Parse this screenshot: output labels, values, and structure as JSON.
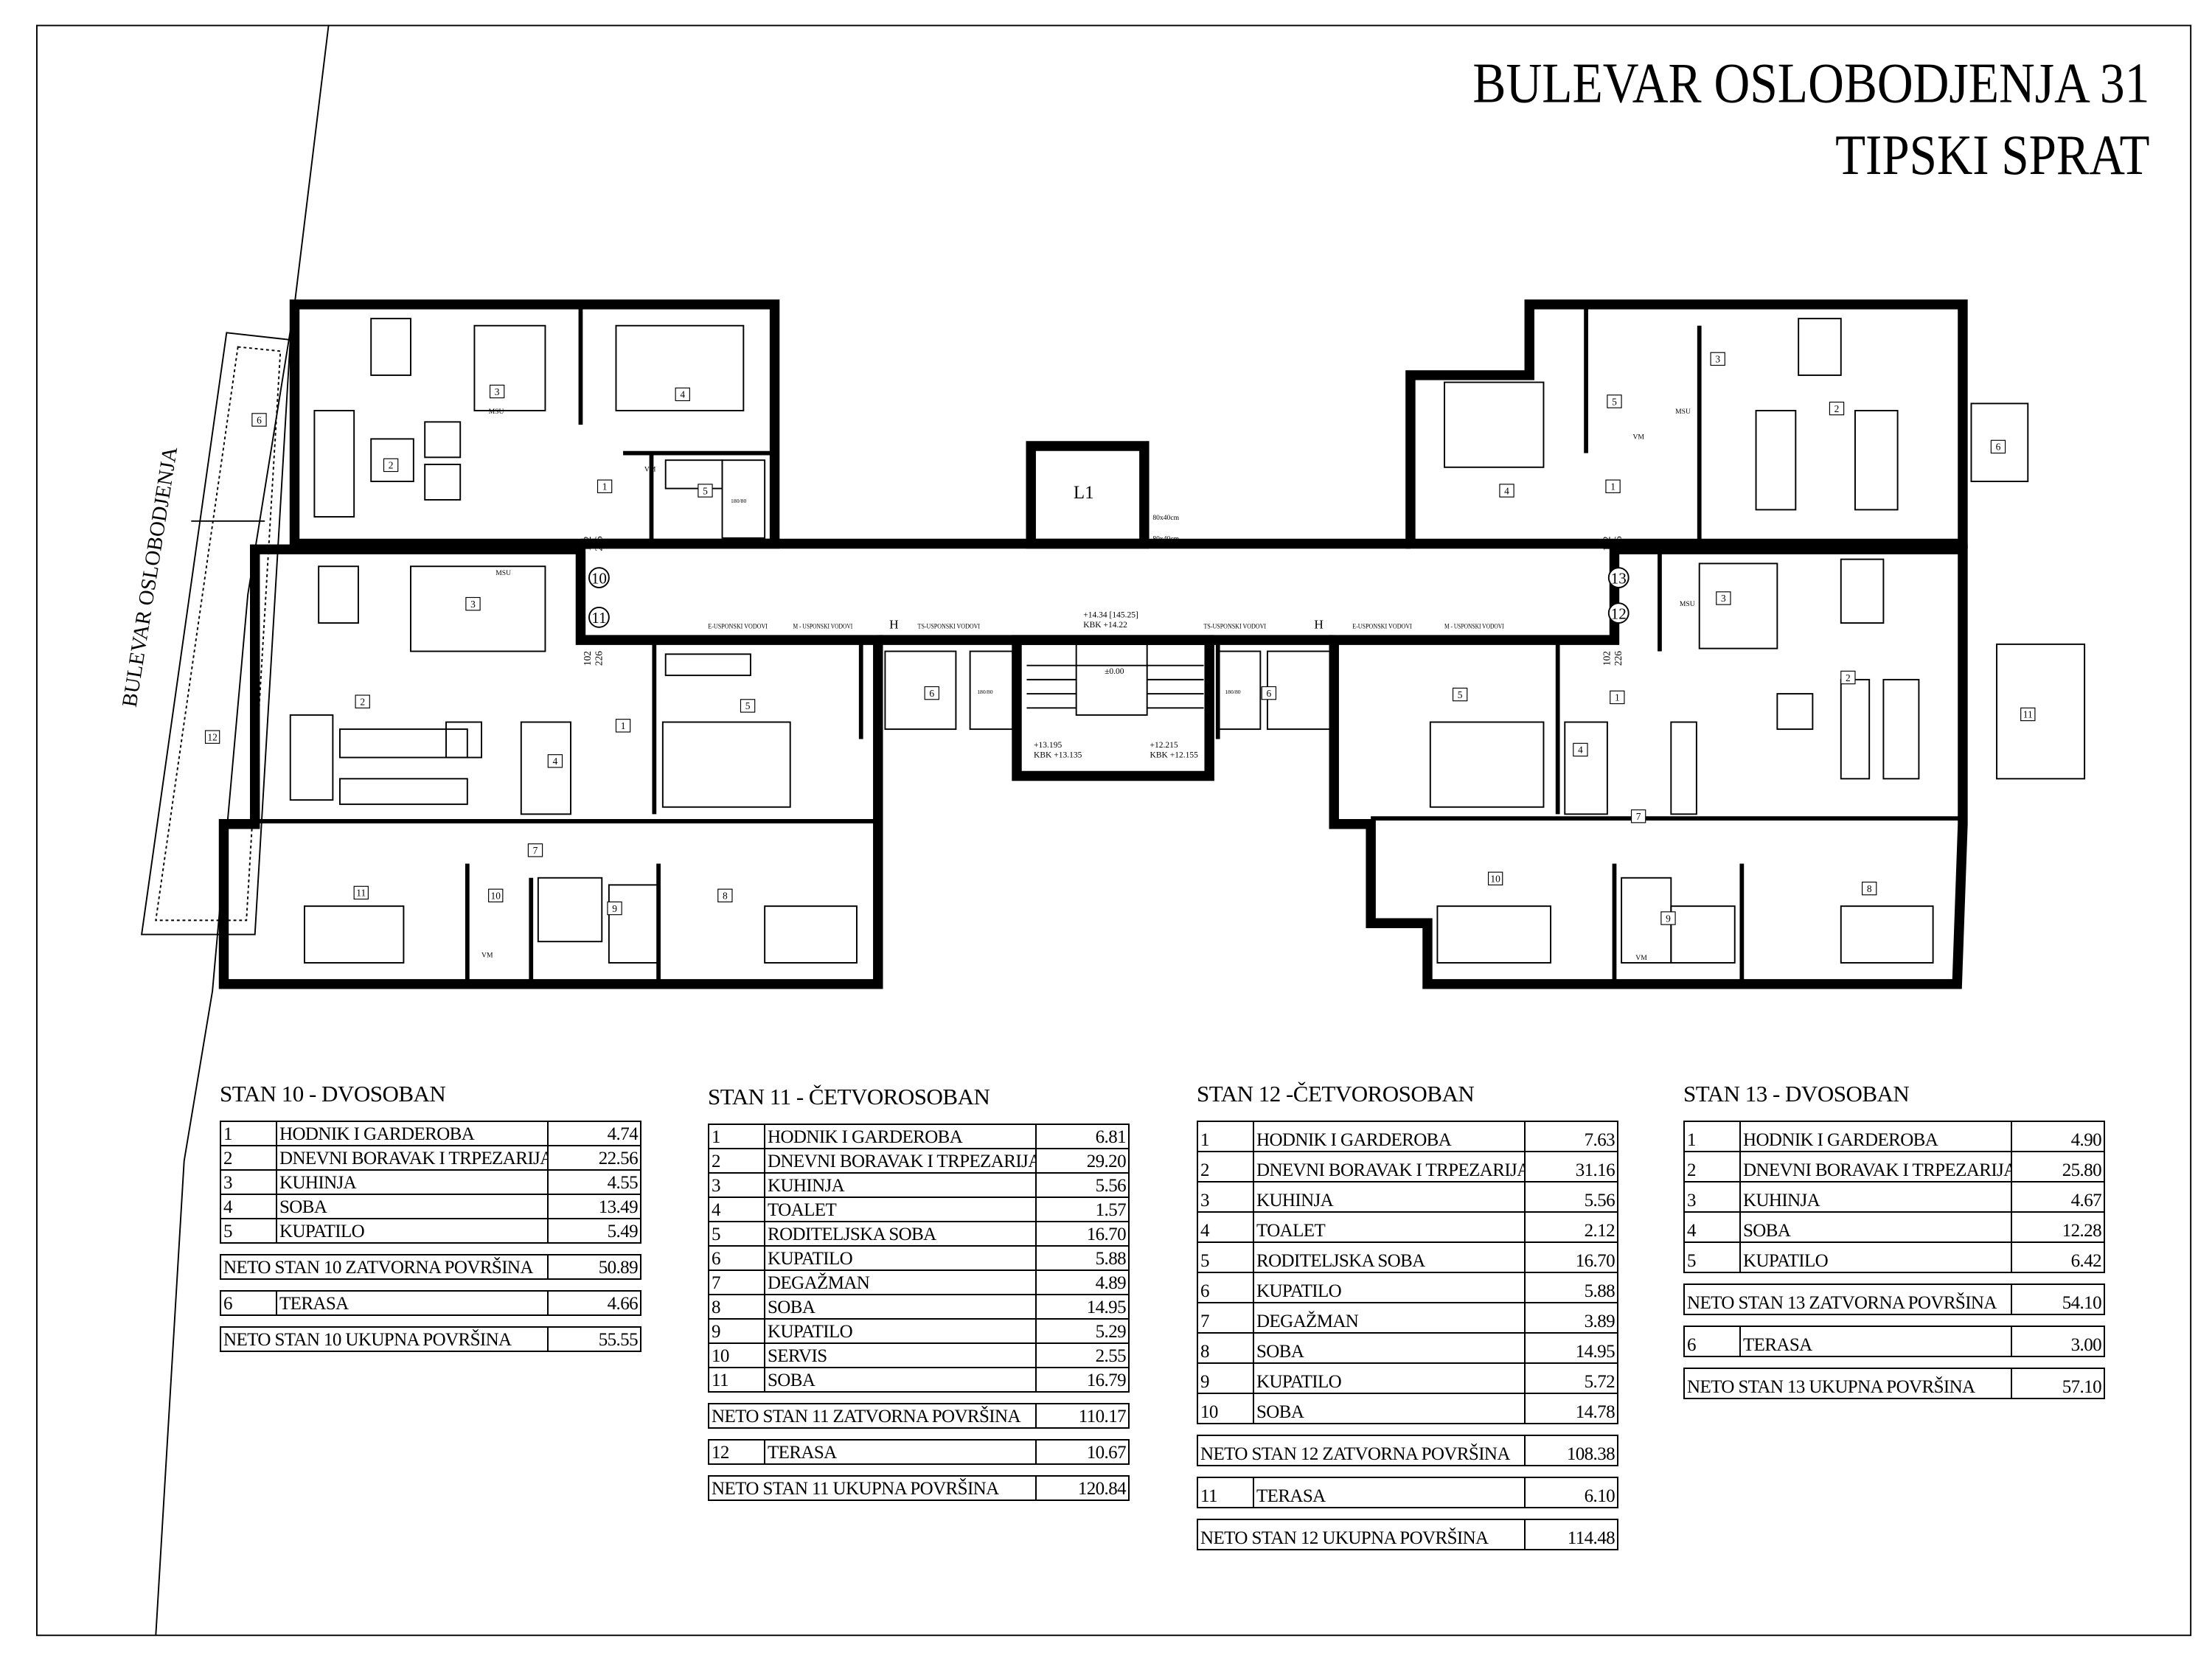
{
  "title": {
    "line1": "BULEVAR OSLOBODJENJA 31",
    "line2": "TIPSKI SPRAT"
  },
  "street_label": "BULEVAR OSLOBODJENJA",
  "plan": {
    "apartment_markers": [
      "10",
      "11",
      "12",
      "13"
    ],
    "door_width": "102",
    "door_height": "226",
    "lift": "L1",
    "shaft": "80x40cm",
    "riser_e": "E-USPONSKI VODOVI",
    "riser_m": "M - USPONSKI VODOVI",
    "riser_ts": "TS-USPONSKI VODOVI",
    "hydrant": "H",
    "bathtub": "180/80",
    "washer": "VM",
    "dishwasher": "MSU",
    "levels": {
      "top": "+14.34 [145.25]",
      "top_kbk": "KBK +14.22",
      "zero": "±0.00",
      "left": "+13.195",
      "left_kbk": "KBK +13.135",
      "right": "+12.215",
      "right_kbk": "KBK +12.155"
    },
    "room_numbers": {
      "s10": [
        "1",
        "2",
        "3",
        "4",
        "5",
        "6"
      ],
      "s11": [
        "1",
        "2",
        "3",
        "4",
        "5",
        "6",
        "7",
        "8",
        "9",
        "10",
        "11",
        "12"
      ],
      "s12": [
        "1",
        "2",
        "3",
        "4",
        "5",
        "6",
        "7",
        "8",
        "9",
        "10",
        "11"
      ],
      "s13": [
        "1",
        "2",
        "3",
        "4",
        "5",
        "6"
      ]
    }
  },
  "tables": [
    {
      "title": "STAN 10 - DVOSOBAN",
      "rooms": [
        [
          "1",
          "HODNIK I GARDEROBA",
          "4.74"
        ],
        [
          "2",
          "DNEVNI BORAVAK I TRPEZARIJA",
          "22.56"
        ],
        [
          "3",
          "KUHINJA",
          "4.55"
        ],
        [
          "4",
          "SOBA",
          "13.49"
        ],
        [
          "5",
          "KUPATILO",
          "5.49"
        ]
      ],
      "closed": {
        "label": "NETO STAN 10 ZATVORNA POVRŠINA",
        "value": "50.89"
      },
      "terrace": [
        "6",
        "TERASA",
        "4.66"
      ],
      "total": {
        "label": "NETO STAN 10 UKUPNA POVRŠINA",
        "value": "55.55"
      }
    },
    {
      "title": "STAN 11 - ČETVOROSOBAN",
      "rooms": [
        [
          "1",
          "HODNIK I GARDEROBA",
          "6.81"
        ],
        [
          "2",
          "DNEVNI BORAVAK I TRPEZARIJA",
          "29.20"
        ],
        [
          "3",
          "KUHINJA",
          "5.56"
        ],
        [
          "4",
          "TOALET",
          "1.57"
        ],
        [
          "5",
          "RODITELJSKA SOBA",
          "16.70"
        ],
        [
          "6",
          "KUPATILO",
          "5.88"
        ],
        [
          "7",
          "DEGAŽMAN",
          "4.89"
        ],
        [
          "8",
          "SOBA",
          "14.95"
        ],
        [
          "9",
          "KUPATILO",
          "5.29"
        ],
        [
          "10",
          "SERVIS",
          "2.55"
        ],
        [
          "11",
          "SOBA",
          "16.79"
        ]
      ],
      "closed": {
        "label": "NETO STAN 11 ZATVORNA POVRŠINA",
        "value": "110.17"
      },
      "terrace": [
        "12",
        "TERASA",
        "10.67"
      ],
      "total": {
        "label": "NETO STAN 11 UKUPNA POVRŠINA",
        "value": "120.84"
      }
    },
    {
      "title": "STAN 12 -ČETVOROSOBAN",
      "rooms": [
        [
          "1",
          "HODNIK I GARDEROBA",
          "7.63"
        ],
        [
          "2",
          "DNEVNI BORAVAK I TRPEZARIJA",
          "31.16"
        ],
        [
          "3",
          "KUHINJA",
          "5.56"
        ],
        [
          "4",
          "TOALET",
          "2.12"
        ],
        [
          "5",
          "RODITELJSKA SOBA",
          "16.70"
        ],
        [
          "6",
          "KUPATILO",
          "5.88"
        ],
        [
          "7",
          "DEGAŽMAN",
          "3.89"
        ],
        [
          "8",
          "SOBA",
          "14.95"
        ],
        [
          "9",
          "KUPATILO",
          "5.72"
        ],
        [
          "10",
          "SOBA",
          "14.78"
        ]
      ],
      "closed": {
        "label": "NETO STAN 12 ZATVORNA POVRŠINA",
        "value": "108.38"
      },
      "terrace": [
        "11",
        "TERASA",
        "6.10"
      ],
      "total": {
        "label": "NETO STAN 12 UKUPNA POVRŠINA",
        "value": "114.48"
      }
    },
    {
      "title": "STAN 13 - DVOSOBAN",
      "rooms": [
        [
          "1",
          "HODNIK I GARDEROBA",
          "4.90"
        ],
        [
          "2",
          "DNEVNI BORAVAK I TRPEZARIJA",
          "25.80"
        ],
        [
          "3",
          "KUHINJA",
          "4.67"
        ],
        [
          "4",
          "SOBA",
          "12.28"
        ],
        [
          "5",
          "KUPATILO",
          "6.42"
        ]
      ],
      "closed": {
        "label": "NETO STAN 13 ZATVORNA POVRŠINA",
        "value": "54.10"
      },
      "terrace": [
        "6",
        "TERASA",
        "3.00"
      ],
      "total": {
        "label": "NETO STAN 13 UKUPNA POVRŠINA",
        "value": "57.10"
      }
    }
  ]
}
